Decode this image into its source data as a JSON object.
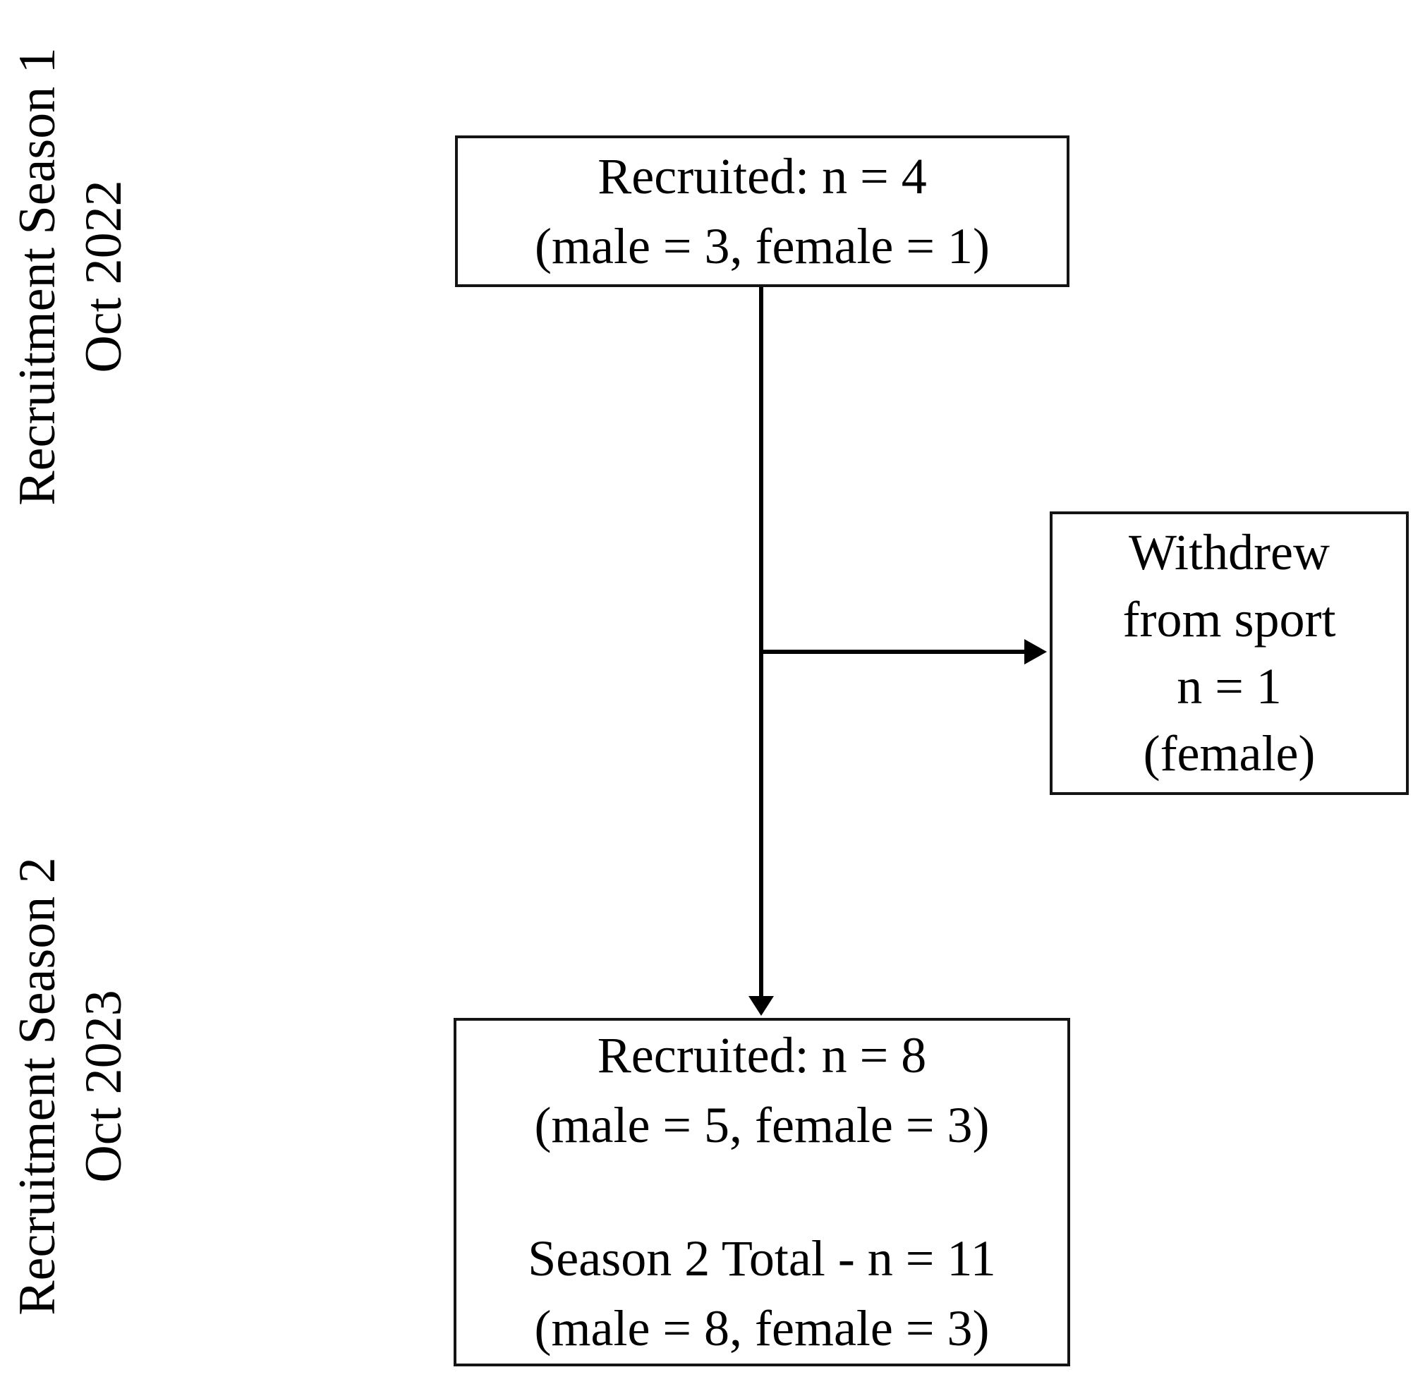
{
  "figure": {
    "background": "#ffffff",
    "ink": "#000000"
  },
  "side_labels": {
    "season1": {
      "title": "Recruitment Season 1",
      "date": "Oct 2022"
    },
    "season2": {
      "title": "Recruitment Season 2",
      "date": "Oct 2023"
    }
  },
  "boxes": {
    "recruited_s1": {
      "lines": [
        "Recruited: n = 4",
        "(male = 3, female = 1)"
      ]
    },
    "withdrew": {
      "lines": [
        "Withdrew",
        "from sport",
        "n = 1",
        "(female)"
      ]
    },
    "recruited_s2": {
      "group1": [
        "Recruited: n = 8",
        "(male = 5, female = 3)"
      ],
      "group2": [
        "Season 2 Total - n = 11",
        "(male = 8, female = 3)"
      ]
    }
  }
}
